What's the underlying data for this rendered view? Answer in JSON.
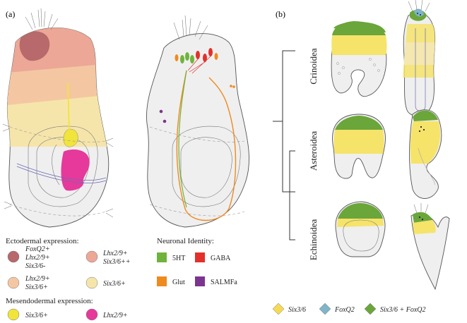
{
  "panels": {
    "a": "(a)",
    "b": "(b)"
  },
  "legend_left": {
    "ecto_heading": "Ectodermal expression:",
    "ecto_items": [
      {
        "lines": [
          "FoxQ2+",
          "Lhx2/9+",
          "Six3/6-"
        ],
        "color": "#b7696b"
      },
      {
        "lines": [
          "Lhx2/9+",
          "Six3/6++"
        ],
        "color": "#eda796"
      },
      {
        "lines": [
          "Lhx2/9+",
          "Six3/6+"
        ],
        "color": "#f4c7a2"
      },
      {
        "lines": [
          "Six3/6+"
        ],
        "color": "#f6e5aa"
      }
    ],
    "meso_heading": "Mesendodermal expression:",
    "meso_items": [
      {
        "label": "Six3/6+",
        "color": "#f1e43a"
      },
      {
        "label": "Lhx2/9+",
        "color": "#e6399b"
      }
    ]
  },
  "legend_neuronal": {
    "heading": "Neuronal Identity:",
    "items": [
      {
        "label": "5HT",
        "color": "#6fb33c"
      },
      {
        "label": "GABA",
        "color": "#e3302a"
      },
      {
        "label": "Glut",
        "color": "#ef8a1f"
      },
      {
        "label": "SALMFa",
        "color": "#7b3590"
      }
    ]
  },
  "taxa": [
    "Crinoidea",
    "Asteroidea",
    "Echinoidea"
  ],
  "legend_bottom": [
    {
      "label": "Six3/6",
      "color": "#f6da56"
    },
    {
      "label": "FoxQ2",
      "color": "#7fb4c9"
    },
    {
      "label": "Six3/6 + FoxQ2",
      "color": "#6aa63a"
    }
  ],
  "colors": {
    "ectoderm_gray": "#efefef",
    "six3_yellow": "#f6e36a",
    "foxq2_green": "#6aa63a",
    "foxq2_blue": "#7fb4c9",
    "lhx_pink": "#e6399b"
  }
}
